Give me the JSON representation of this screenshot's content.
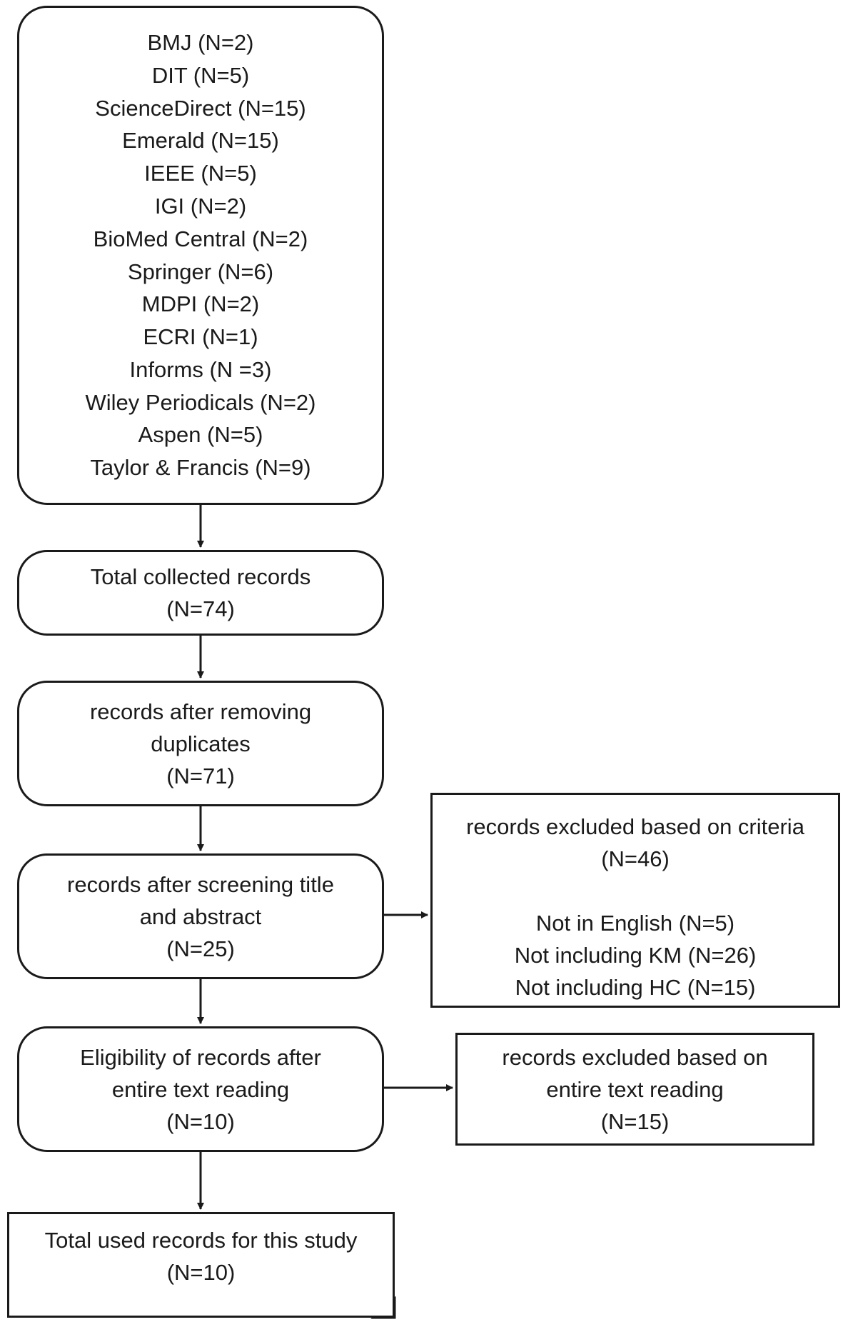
{
  "sources": {
    "items": [
      "BMJ (N=2)",
      "DIT (N=5)",
      "ScienceDirect (N=15)",
      "Emerald (N=15)",
      "IEEE (N=5)",
      "IGI (N=2)",
      "BioMed Central (N=2)",
      "Springer (N=6)",
      "MDPI (N=2)",
      "ECRI (N=1)",
      "Informs (N =3)",
      "Wiley Periodicals (N=2)",
      "Aspen (N=5)",
      "Taylor & Francis (N=9)"
    ]
  },
  "total_collected": {
    "label": "Total collected records",
    "count": "(N=74)"
  },
  "after_duplicates": {
    "line1": "records after removing",
    "line2": "duplicates",
    "count": "(N=71)"
  },
  "after_screening": {
    "line1": "records after screening title",
    "line2": "and abstract",
    "count": "(N=25)"
  },
  "eligibility": {
    "line1": "Eligibility of records after",
    "line2": "entire text reading",
    "count": "(N=10)"
  },
  "final_used": {
    "label": "Total used records for this study",
    "count": "(N=10)"
  },
  "excluded_criteria": {
    "label": "records excluded based on criteria",
    "count": "(N=46)",
    "reasons": [
      "Not in English (N=5)",
      "Not including KM (N=26)",
      "Not including HC (N=15)"
    ]
  },
  "excluded_fulltext": {
    "line1": "records excluded based on",
    "line2": "entire text reading",
    "count": "(N=15)"
  }
}
